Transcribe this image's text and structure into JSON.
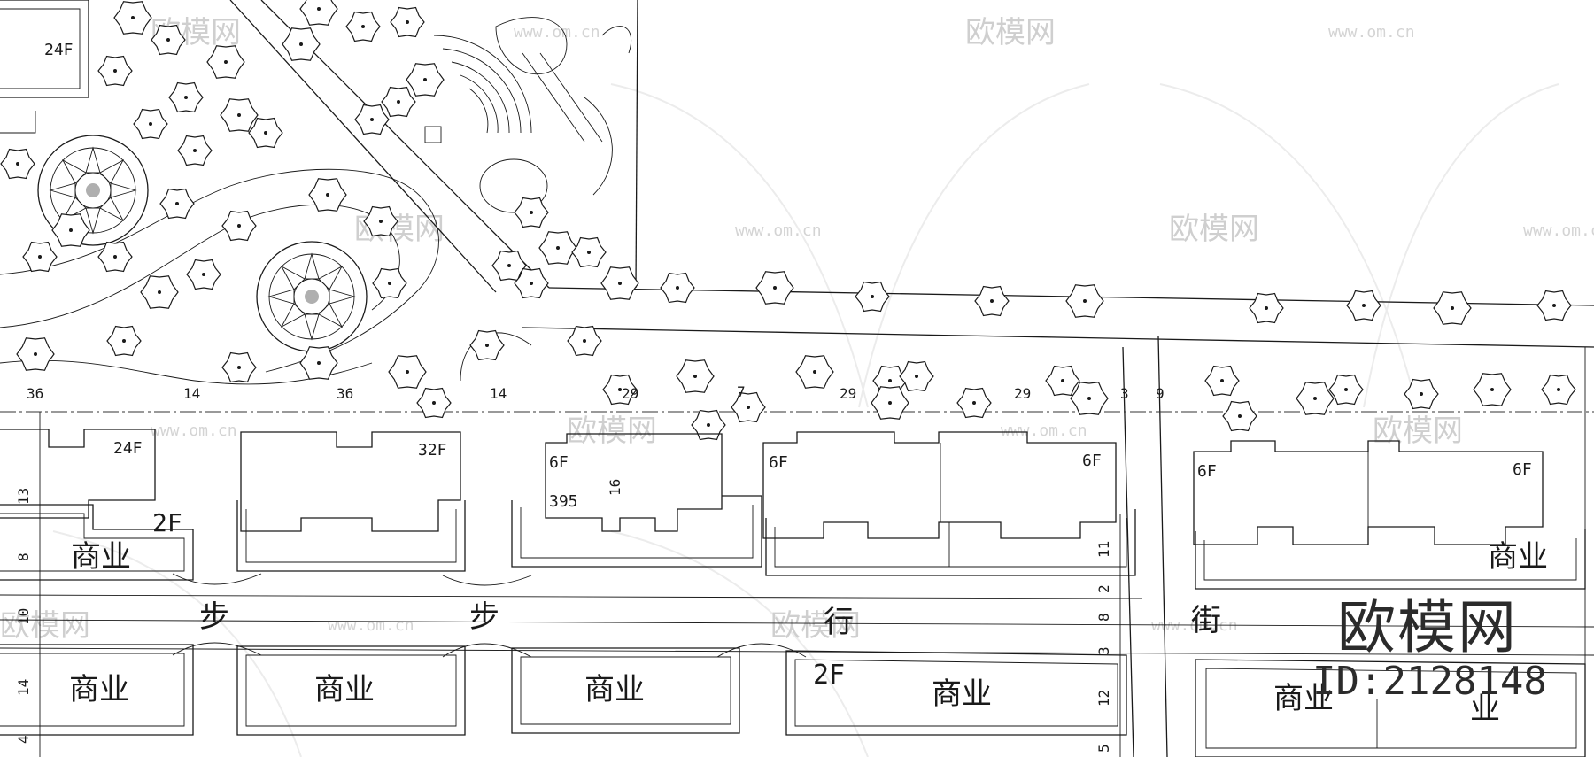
{
  "buildings": {
    "b24f_top": "24F",
    "b24f": "24F",
    "b32f": "32F",
    "b6f_a": "6F",
    "b6f_b": "6F",
    "b6f_c": "6F",
    "b6f_d": "6F",
    "b6f_e": "6F",
    "b2f_a": "2F",
    "b2f_b": "2F"
  },
  "labels": {
    "commerce": "商业",
    "street_1": "步",
    "street_2": "行",
    "street_3": "街",
    "small_char": "业",
    "elev": "395"
  },
  "dimensions": {
    "top": [
      "36",
      "14",
      "36",
      "14",
      "29",
      "7",
      "29",
      "29",
      "3",
      "9"
    ],
    "left": [
      "13",
      "8",
      "10",
      "14",
      "4"
    ],
    "right": [
      "11",
      "2",
      "8",
      "3",
      "12",
      "5"
    ],
    "mid": "16"
  },
  "watermark": {
    "brand": "欧模网",
    "url": "www.om.cn"
  },
  "brand": {
    "name": "欧模网",
    "id": "ID:2128148"
  }
}
